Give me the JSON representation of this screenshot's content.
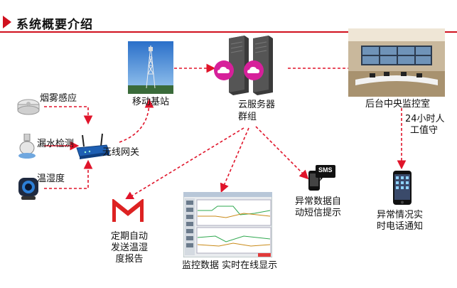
{
  "header": {
    "title": "系统概要介绍"
  },
  "nodes": {
    "smoke": "烟雾感应",
    "leak": "漏水检测",
    "temp_humidity": "温湿度",
    "gateway": "无线网关",
    "base_station": "移动基站",
    "cloud_line1": "云服务器",
    "cloud_line2": "群组",
    "control_room": "后台中央监控室",
    "duty_line1": "24小时人",
    "duty_line2": "工值守",
    "sms_line1": "异常数据自",
    "sms_line2": "动短信提示",
    "phone_line1": "异常情况实",
    "phone_line2": "时电话通知",
    "report_line1": "定期自动",
    "report_line2": "发送温湿",
    "report_line3": "度报告",
    "monitor": "监控数据 实时在线显示"
  },
  "badges": {
    "sms": "SMS"
  },
  "colors": {
    "accent": "#d0101e",
    "arrow": "#e0142a",
    "cloud_badge": "#d6209a"
  },
  "icons": [
    "smoke-detector-icon",
    "water-leak-sensor-icon",
    "temperature-sensor-icon",
    "router-icon",
    "cell-tower-icon",
    "server-icon",
    "cloud-icon",
    "control-room-icon",
    "mobile-phone-icon",
    "sms-phone-icon",
    "gmail-icon",
    "monitor-screen-icon"
  ]
}
